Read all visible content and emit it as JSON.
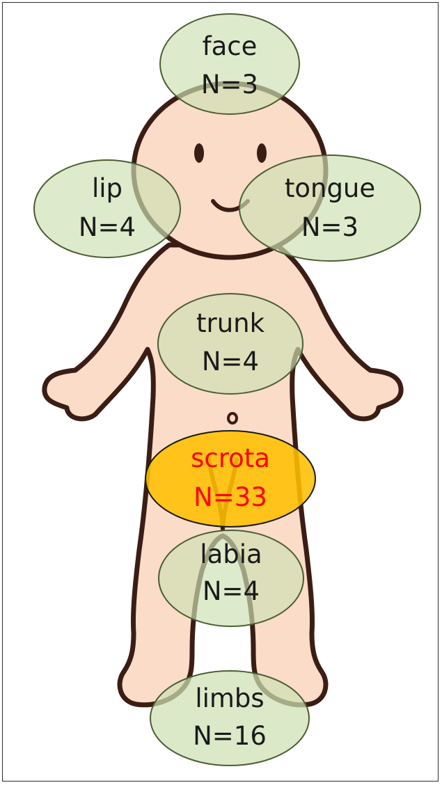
{
  "colors": {
    "skin": "#fbdcc8",
    "outline": "#3a1d14",
    "region_fill": "#cfe0b4",
    "region_stroke": "#4b5e33",
    "highlight_fill": "#ffbf00",
    "highlight_stroke": "#1a1a1a",
    "highlight_text": "#ff0000",
    "label_text": "#1a1a1a"
  },
  "regions": [
    {
      "key": "face",
      "name": "face",
      "count": "N=3",
      "highlight": false
    },
    {
      "key": "lip",
      "name": "lip",
      "count": "N=4",
      "highlight": false
    },
    {
      "key": "tongue",
      "name": "tongue",
      "count": "N=3",
      "highlight": false
    },
    {
      "key": "trunk",
      "name": "trunk",
      "count": "N=4",
      "highlight": false
    },
    {
      "key": "scrota",
      "name": "scrota",
      "count": "N=33",
      "highlight": true
    },
    {
      "key": "labia",
      "name": "labia",
      "count": "N=4",
      "highlight": false
    },
    {
      "key": "limbs",
      "name": "limbs",
      "count": "N=16",
      "highlight": false
    }
  ]
}
